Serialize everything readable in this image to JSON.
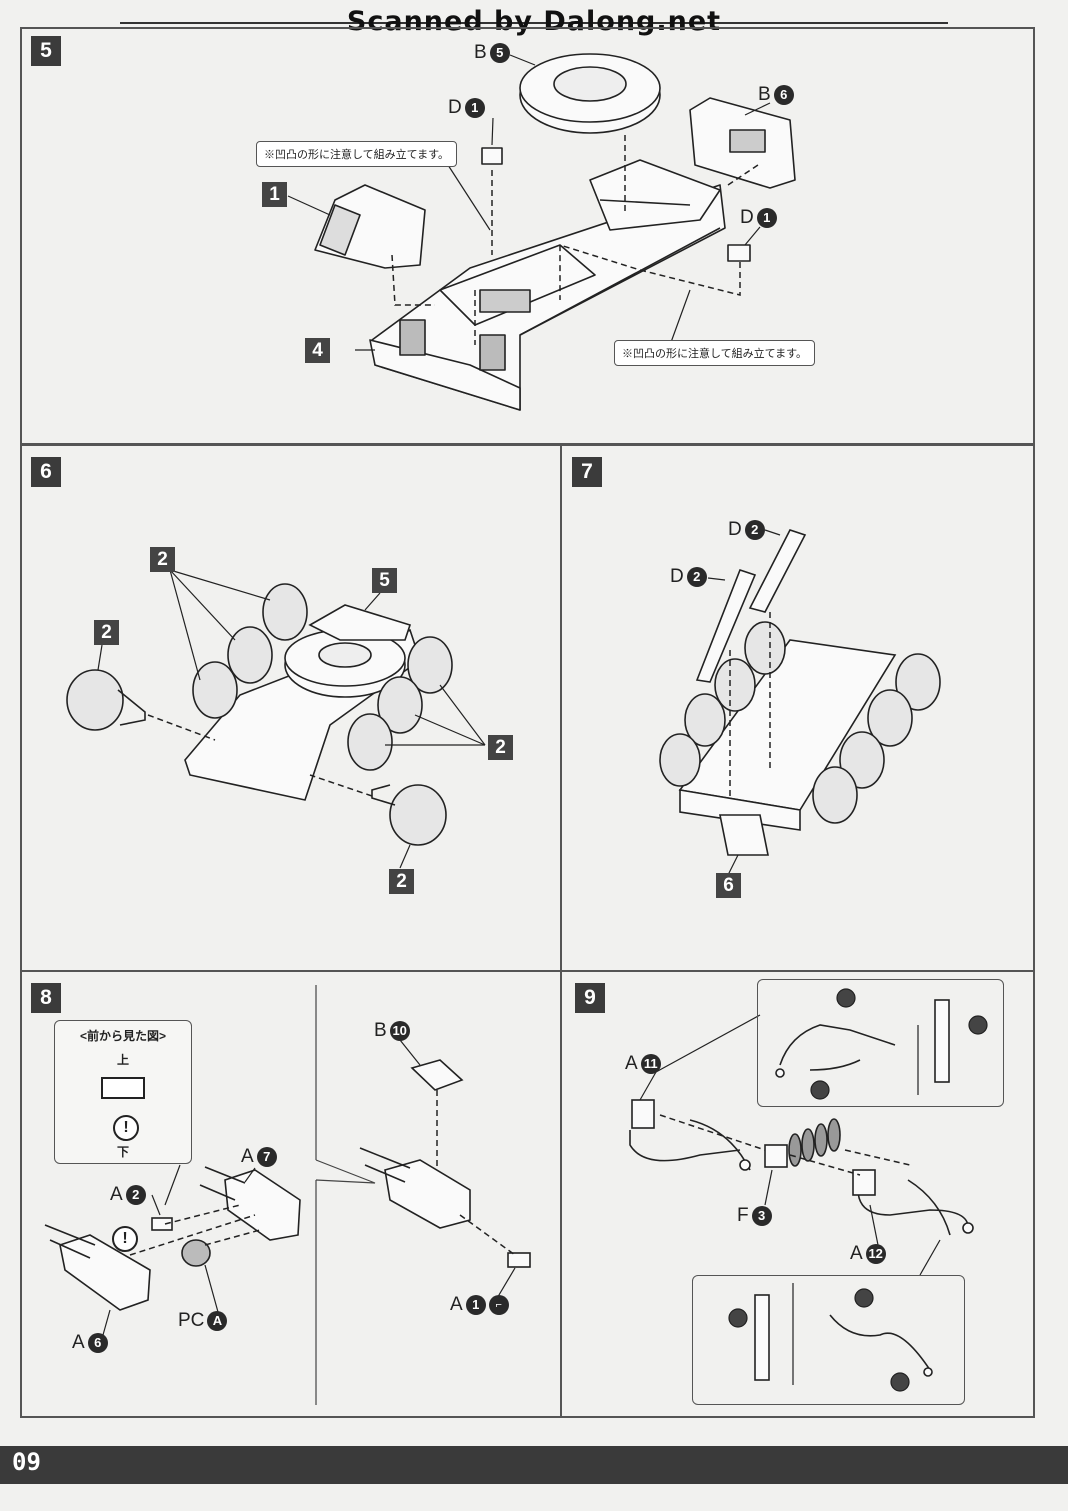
{
  "watermark": "Scanned by Dalong.net",
  "page_number": "09",
  "steps": {
    "s5": {
      "num": "5",
      "note_a": "※凹凸の形に注意して組み立てます。",
      "note_b": "※凹凸の形に注意して組み立てます。",
      "sub1": "1",
      "sub4": "4",
      "parts": {
        "b5": {
          "l": "B",
          "n": "5"
        },
        "b6": {
          "l": "B",
          "n": "6"
        },
        "d1a": {
          "l": "D",
          "n": "1"
        },
        "d1b": {
          "l": "D",
          "n": "1"
        }
      }
    },
    "s6": {
      "num": "6",
      "tag2a": "2",
      "tag2b": "2",
      "tag2c": "2",
      "tag2d": "2",
      "tag5": "5"
    },
    "s7": {
      "num": "7",
      "tag6": "6",
      "parts": {
        "d2a": {
          "l": "D",
          "n": "2"
        },
        "d2b": {
          "l": "D",
          "n": "2"
        }
      }
    },
    "s8": {
      "num": "8",
      "inset_title": "<前から見た図>",
      "up": "上",
      "down": "下",
      "warn": "!",
      "parts": {
        "a2": {
          "l": "A",
          "n": "2"
        },
        "a7": {
          "l": "A",
          "n": "7"
        },
        "a6": {
          "l": "A",
          "n": "6"
        },
        "pca": {
          "l": "PC",
          "n": "A"
        },
        "b10": {
          "l": "B",
          "n": "10"
        },
        "a1": {
          "l": "A",
          "n": "1"
        }
      }
    },
    "s9": {
      "num": "9",
      "parts": {
        "a11": {
          "l": "A",
          "n": "11"
        },
        "f3": {
          "l": "F",
          "n": "3"
        },
        "a12": {
          "l": "A",
          "n": "12"
        }
      }
    }
  }
}
